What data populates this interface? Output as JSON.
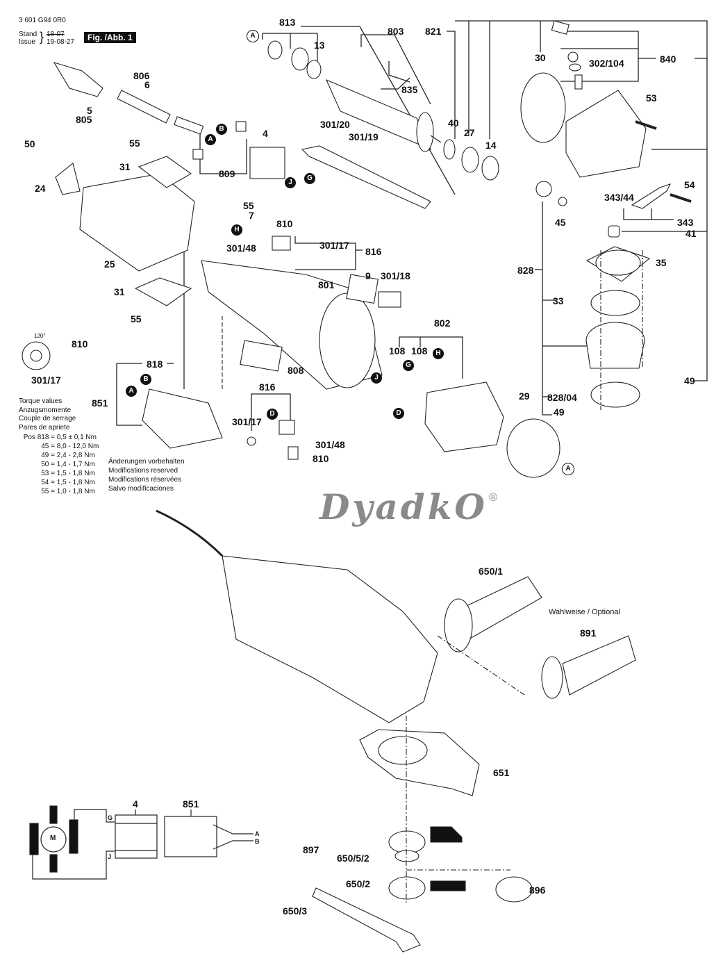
{
  "header": {
    "part_number": "3 601 G94 0R0",
    "stand_label": "Stand",
    "issue_label": "Issue",
    "stand_date_struck": "18-07",
    "issue_date": "19-08-27",
    "figure_label": "Fig. /Abb. 1"
  },
  "watermark": {
    "text": "DyadkO",
    "mark": "®"
  },
  "torque": {
    "titles": [
      "Torque values",
      "Anzugsmomente",
      "Couple de serrage",
      "Pares de apriete"
    ],
    "rows": [
      {
        "pos": "Pos 818 =",
        "value": "0,5 ± 0,1 Nm"
      },
      {
        "pos": "45 =",
        "value": "8,0 - 12,0 Nm"
      },
      {
        "pos": "49 =",
        "value": "2,4 - 2,8 Nm"
      },
      {
        "pos": "50 =",
        "value": "1,4 - 1,7 Nm"
      },
      {
        "pos": "53 =",
        "value": "1,5 - 1,8 Nm"
      },
      {
        "pos": "54 =",
        "value": "1,5 - 1,8 Nm"
      },
      {
        "pos": "55 =",
        "value": "1,0 - 1,8 Nm"
      }
    ]
  },
  "modifications": [
    "Änderungen vorbehalten",
    "Modifications reserved",
    "Modifications réservées",
    "Salvo modificaciones"
  ],
  "optional_note": "Wahlweise / Optional",
  "spring_angle": "120°",
  "callouts": {
    "A": "A",
    "B": "B",
    "D": "D",
    "G": "G",
    "H": "H",
    "J": "J"
  },
  "parts": [
    {
      "id": "813"
    },
    {
      "id": "803"
    },
    {
      "id": "821"
    },
    {
      "id": "13"
    },
    {
      "id": "835"
    },
    {
      "id": "806"
    },
    {
      "id": "6"
    },
    {
      "id": "5"
    },
    {
      "id": "805"
    },
    {
      "id": "30"
    },
    {
      "id": "302/104"
    },
    {
      "id": "840"
    },
    {
      "id": "53"
    },
    {
      "id": "40"
    },
    {
      "id": "27"
    },
    {
      "id": "14"
    },
    {
      "id": "50"
    },
    {
      "id": "55"
    },
    {
      "id": "4"
    },
    {
      "id": "301/20"
    },
    {
      "id": "301/19"
    },
    {
      "id": "31"
    },
    {
      "id": "809"
    },
    {
      "id": "24"
    },
    {
      "id": "54"
    },
    {
      "id": "343/44"
    },
    {
      "id": "45"
    },
    {
      "id": "343"
    },
    {
      "id": "41"
    },
    {
      "id": "55"
    },
    {
      "id": "7"
    },
    {
      "id": "810"
    },
    {
      "id": "301/17"
    },
    {
      "id": "816"
    },
    {
      "id": "301/48"
    },
    {
      "id": "25"
    },
    {
      "id": "35"
    },
    {
      "id": "828"
    },
    {
      "id": "9"
    },
    {
      "id": "301/18"
    },
    {
      "id": "801"
    },
    {
      "id": "31"
    },
    {
      "id": "33"
    },
    {
      "id": "55"
    },
    {
      "id": "802"
    },
    {
      "id": "810"
    },
    {
      "id": "301/17"
    },
    {
      "id": "818"
    },
    {
      "id": "108"
    },
    {
      "id": "108"
    },
    {
      "id": "808"
    },
    {
      "id": "49"
    },
    {
      "id": "851"
    },
    {
      "id": "816"
    },
    {
      "id": "29"
    },
    {
      "id": "828/04"
    },
    {
      "id": "49"
    },
    {
      "id": "301/17"
    },
    {
      "id": "301/48"
    },
    {
      "id": "810"
    },
    {
      "id": "650/1"
    },
    {
      "id": "891"
    },
    {
      "id": "651"
    },
    {
      "id": "4"
    },
    {
      "id": "851"
    },
    {
      "id": "897"
    },
    {
      "id": "650/5/2"
    },
    {
      "id": "650/2"
    },
    {
      "id": "896"
    },
    {
      "id": "650/3"
    }
  ],
  "circuit": {
    "motor": "M",
    "switch": "4",
    "module": "851",
    "terminals": [
      "G",
      "J"
    ],
    "outputs": [
      "A",
      "B"
    ]
  }
}
